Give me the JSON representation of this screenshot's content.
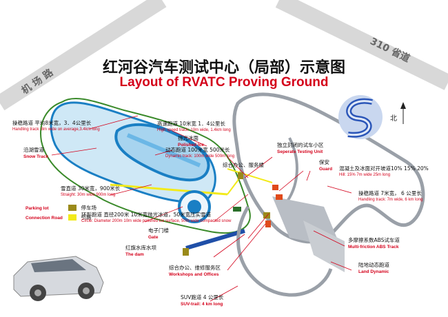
{
  "roads": {
    "airport_road": "机 场 路",
    "provincial_road": "310 省道"
  },
  "title": {
    "cn": "红河谷汽车测试中心（局部）示意图",
    "en": "Layout of RVATC Proving Ground"
  },
  "north_label": "北",
  "colors": {
    "track_border": "#1a7fc4",
    "grass": "#4a8a2a",
    "road_gray": "#9aa0a8",
    "yellow_road": "#f2ea1a",
    "lake": "#bfe0f2",
    "label_red": "#d4001a",
    "dam_blue": "#1f4fa8"
  },
  "legend": {
    "parking": {
      "en": "Parking lot",
      "cn": "停车场",
      "color": "#9a8a1a"
    },
    "connection": {
      "en": "Connection Road",
      "cn": "引路",
      "color": "#f2ea1a"
    }
  },
  "labels": {
    "handling_track_8": {
      "cn": "操稳路道  平均8米宽，3．4公里长",
      "en": "Handling track :8m wide on average,3.4km long"
    },
    "snow_track": {
      "cn": "沿湖雪道",
      "en": "Snow Track"
    },
    "snow_road": {
      "cn": "雪直道  30米宽，900米长",
      "en": "Straight: 30m wide 900m long"
    },
    "circle": {
      "cn": "环形跑道  直径200米  10米宽抛光冰道，50米宽压实雪道",
      "en": "Circle: Diameter 200m   10m wide polished ice surface, 50m wide compacted snow"
    },
    "highway": {
      "cn": "高速跑道  10米宽  1．4公里长",
      "en": "High speed track:  10m wide, 1.4km long"
    },
    "polished_ice": {
      "cn": "抛光冰面",
      "en": "Polished Ice"
    },
    "dynamic_track": {
      "cn": "动态跑道  100米宽  500米长",
      "en": "Dynamic track: 100m wide  500m long"
    },
    "separate_testing": {
      "cn": "独立封闭的试车小区",
      "en": "Seperate Testing Unit"
    },
    "offices": {
      "cn": "综合办公、服务楼"
    },
    "guard": {
      "cn": "保安",
      "en": "Guard"
    },
    "hill": {
      "cn": "混凝土及冰面对开坡道10%  15%  20%",
      "en": "Hill: 15%  7m wide  25m long"
    },
    "handling_track_7": {
      "cn": "操稳路道   7米宽， 6 公里长",
      "en": "Handling track: 7m wide,  6  km long"
    },
    "gate": {
      "cn": "电子门楼",
      "en": "Gate"
    },
    "dam": {
      "cn": "红旗水库水坝",
      "en": "The dam"
    },
    "abs": {
      "cn": "多摩擦系数ABS试车道",
      "en": "Multi-friction ABS Track"
    },
    "workshops": {
      "cn": "综合办公、维修服务区",
      "en": "Workshops and Offices"
    },
    "land_dynamic": {
      "cn": "陆地动态跑道",
      "en": "Land Dynamic"
    },
    "suv": {
      "cn": "SUV跑道  4  公里长",
      "en": "SUV-trail:  4   km long"
    }
  }
}
